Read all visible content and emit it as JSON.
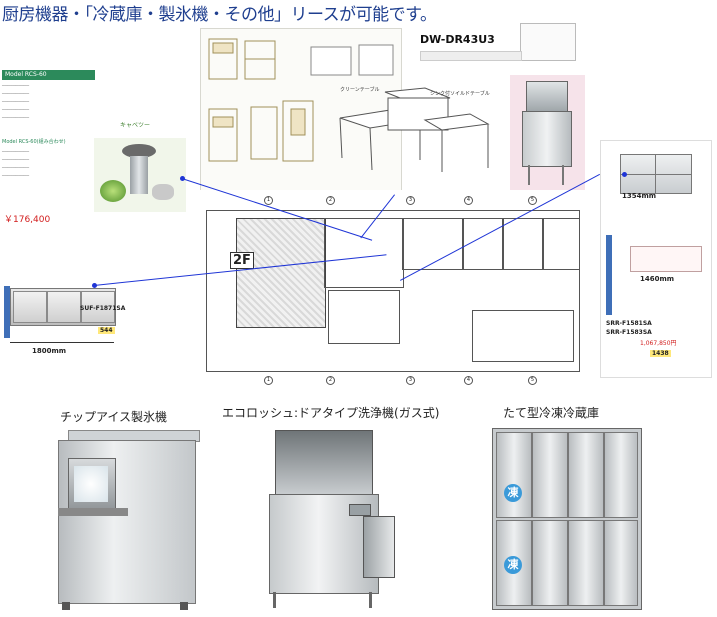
{
  "headline": "厨房機器・「冷蔵庫・製氷機・その他」リースが可能です。",
  "left_card": {
    "model_label": "Model RCS-60",
    "side_label": "キャベツー",
    "model_label2": "Model RCS-60(組み合わせ)",
    "price": "￥176,400"
  },
  "fridge_card": {
    "model": "SUF-F1871SA",
    "width_dim": "1800mm",
    "price_badge": "544"
  },
  "dishwasher_card": {
    "model": "DW-DR43U3",
    "table_label_1": "クリーンテーブル",
    "table_label_2": "シンク付ソイルドテーブル"
  },
  "right_card": {
    "width_top": "1354mm",
    "width_bottom": "1460mm",
    "model_1": "SRR-F1581SA",
    "model_2": "SRR-F1583SA",
    "price": "1,067,850円",
    "badge": "1438"
  },
  "floor_plan": {
    "floor_label": "2F"
  },
  "captions": {
    "ice_maker": "チップアイス製氷機",
    "dishwasher": "エコロッシュ:ドアタイプ洗浄機(ガス式)",
    "refrigerator": "たて型冷凍冷蔵庫"
  },
  "freezer_badge": "凍",
  "colors": {
    "headline": "#1f3f8f",
    "connector": "#1f35d6",
    "price": "#d21d1d",
    "freezer_badge": "#3a9ad9"
  }
}
